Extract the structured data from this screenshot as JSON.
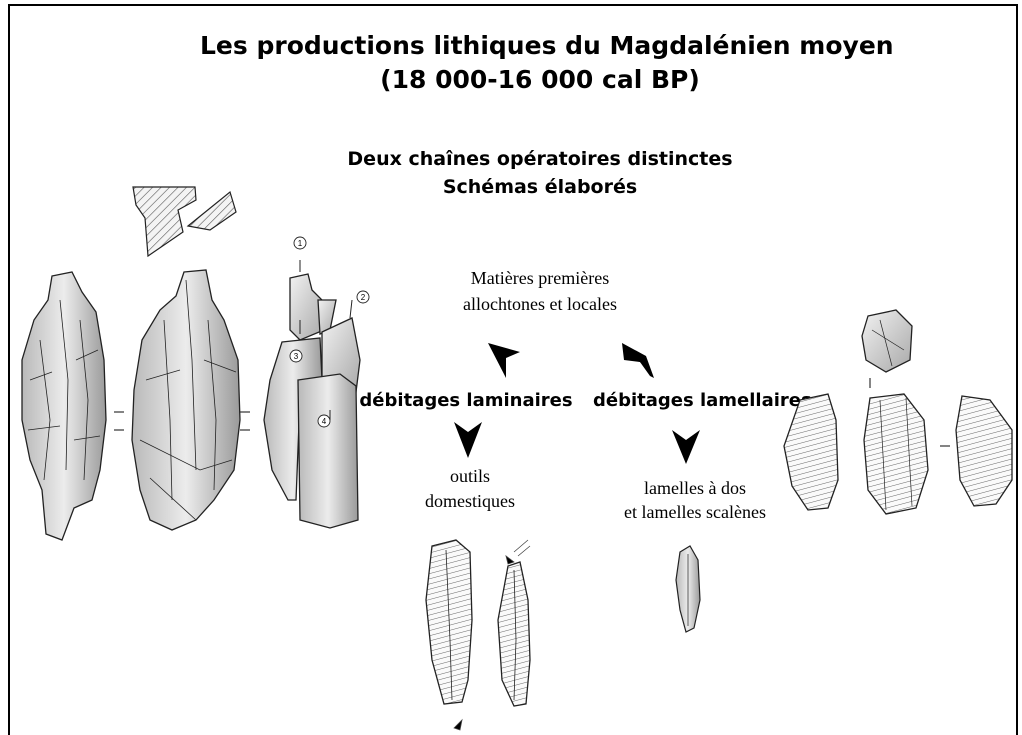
{
  "title": {
    "line1": "Les productions lithiques du Magdalénien moyen",
    "line2": "(18 000-16 000 cal BP)"
  },
  "subtitle": {
    "line1": "Deux chaînes opératoires distinctes",
    "line2": "Schémas élaborés"
  },
  "source": {
    "line1": "Matières premières",
    "line2": "allochtones et locales"
  },
  "branches": {
    "laminar": "débitages laminaires",
    "lamellar": "débitages lamellaires"
  },
  "products": {
    "laminar_line1": "outils",
    "laminar_line2": "domestiques",
    "lamellar_line1": "lamelles à dos",
    "lamellar_line2": "et lamelles scalènes"
  },
  "refit_numbers": [
    "1",
    "2",
    "3",
    "4"
  ],
  "colors": {
    "text": "#000000",
    "stone": "#d4d4d4",
    "stone_dark": "#8e8e8e",
    "outline": "#222222"
  }
}
